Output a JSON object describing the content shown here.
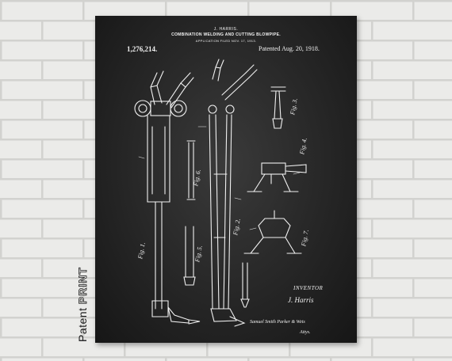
{
  "print": {
    "inventor": "J. HARRIS.",
    "title": "COMBINATION WELDING AND CUTTING BLOWPIPE.",
    "filed": "APPLICATION FILED NOV. 17, 1913.",
    "patent_number": "1,276,214.",
    "patented_date": "Patented Aug. 20, 1918.",
    "figures": [
      "Fig. 1.",
      "Fig. 2.",
      "Fig. 3.",
      "Fig. 4.",
      "Fig. 5.",
      "Fig. 6.",
      "Fig. 7."
    ],
    "inventor_label": "INVENTOR",
    "inventor_signature": "J. Harris",
    "attorney_signature": "Samuel Smith Parker & Weis",
    "attorney_label": "Attys."
  },
  "brand": {
    "part1": "Patent",
    "part2": "PRINT"
  },
  "colors": {
    "wall": "#e9e9e7",
    "mortar": "#d2d2cf",
    "chalkboard": "#262626",
    "ink": "#f2f2f2"
  }
}
